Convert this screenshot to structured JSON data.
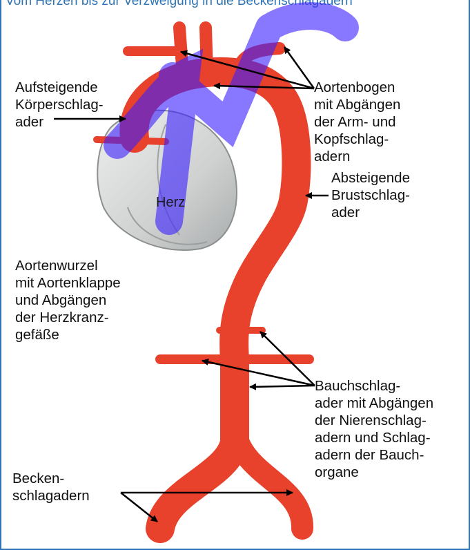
{
  "caption": "Vom Herzen bis zur Verzweigung in die Beckenschlagadern",
  "labels": {
    "aufsteigende": "Aufsteigende\nKörperschlag-\nader",
    "aortenbogen": "Aortenbogen\nmit Abgängen\nder Arm- und\nKopfschlag-\nadern",
    "absteigende": "Absteigende\nBrustschlag-\nader",
    "herz": "Herz",
    "aortenwurzel": "Aortenwurzel\nmit Aortenklappe\nund Abgängen\nder Herzkranz-\ngefäße",
    "bauchschlagader": "Bauchschlag-\nader mit Abgängen\nder Nierenschlag-\nadern und Schlag-\nadern der Bauch-\norgane",
    "beckenschlagadern": "Becken-\nschlagadern"
  },
  "colors": {
    "artery": "#e8412c",
    "artery_dark": "#c0301f",
    "heart": "#d4d6d6",
    "watermark": "#3a20ff",
    "frame": "#2f74b5"
  }
}
